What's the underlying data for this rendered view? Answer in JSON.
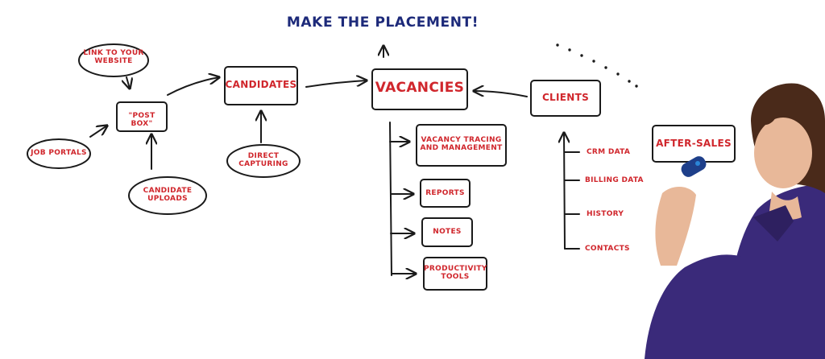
{
  "title": "MAKE THE PLACEMENT!",
  "nodes": {
    "link_website": "LINK TO YOUR\nWEBSITE",
    "post_box": "\"POST BOX\"",
    "job_portals": "JOB PORTALS",
    "candidate_uploads": "CANDIDATE\nUPLOADS",
    "candidates": "CANDIDATES",
    "direct_capturing": "DIRECT\nCAPTURING",
    "vacancies": "VACANCIES",
    "vacancy_tracing": "VACANCY TRACING\nAND MANAGEMENT",
    "reports": "REPORTS",
    "notes": "NOTES",
    "productivity_tools": "PRODUCTIVITY\nTOOLS",
    "clients": "CLIENTS",
    "crm_data": "CRM DATA",
    "billing_data": "BILLING DATA",
    "history": "HISTORY",
    "contacts": "CONTACTS",
    "after_sales": "AFTER-SALES"
  },
  "colors": {
    "label": "#d0262c",
    "headline": "#1d2a7a",
    "stroke": "#1a1a1a",
    "shirt": "#3a2a7a",
    "skin": "#e8b899",
    "hair": "#4a2a1a"
  },
  "presenter_icon": "woman-with-marker-photo"
}
